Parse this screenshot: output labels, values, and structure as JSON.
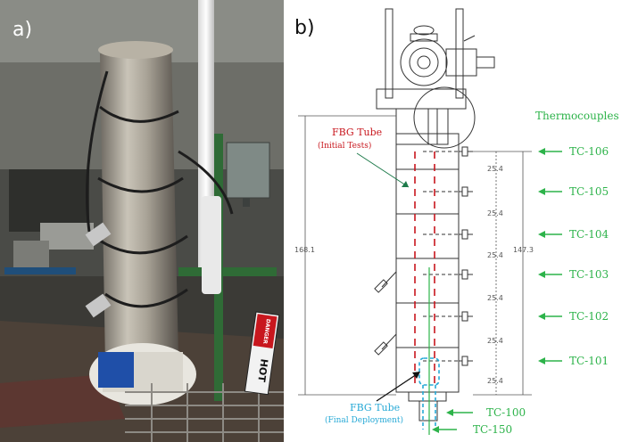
{
  "panels": {
    "a_label": "a)",
    "b_label": "b)"
  },
  "photo": {
    "warning_sign": "DANGER",
    "hot_sign": "HOT"
  },
  "diagram": {
    "thermocouples_heading": "Thermocouples",
    "fbg_initial": {
      "title": "FBG Tube",
      "subtitle": "(Initial Tests)"
    },
    "fbg_final": {
      "title": "FBG Tube",
      "subtitle": "(Final Deployment)"
    },
    "dimensions": {
      "overall_height": "168.1",
      "tc_span": "147.3",
      "spacings": [
        "25.4",
        "25.4",
        "25.4",
        "25.4",
        "25.4",
        "25.4"
      ]
    },
    "thermocouples": [
      {
        "label": "TC-106"
      },
      {
        "label": "TC-105"
      },
      {
        "label": "TC-104"
      },
      {
        "label": "TC-103"
      },
      {
        "label": "TC-102"
      },
      {
        "label": "TC-101"
      }
    ],
    "bottom_thermocouples": [
      {
        "label": "TC-100"
      },
      {
        "label": "TC-150"
      }
    ],
    "colors": {
      "tc_label": "#2db34a",
      "fbg_initial": "#c8171e",
      "fbg_final": "#27a9d6",
      "dimension": "#555555"
    }
  }
}
